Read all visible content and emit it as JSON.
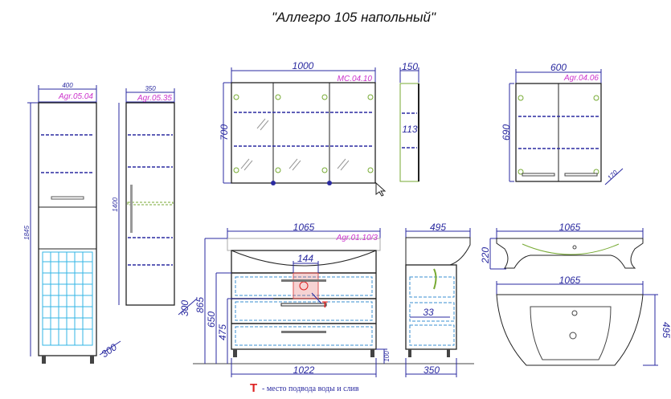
{
  "title": "\"Аллегро 105 напольный\"",
  "tall_cabinet": {
    "width": "400",
    "model": "Agr.05.04",
    "height": "1845",
    "depth": "300"
  },
  "column_cabinet": {
    "width": "350",
    "model": "Agr.05.35",
    "height": "1400",
    "depth": "300"
  },
  "mirror_cabinet": {
    "width": "1000",
    "model": "MC.04.10",
    "height": "700"
  },
  "mirror_side": {
    "depth": "150",
    "inner": "113"
  },
  "wall_cabinet": {
    "width": "600",
    "model": "Agr.04.06",
    "height": "690",
    "depth": "170"
  },
  "vanity": {
    "width": "1065",
    "model": "Agr.01.10/3",
    "cutout": "144",
    "h1": "865",
    "h2": "650",
    "h3": "475",
    "legs": "100",
    "base_width": "1022"
  },
  "vanity_side": {
    "depth": "495",
    "offset": "33",
    "base_depth": "350"
  },
  "basin_side": {
    "width": "1065",
    "height": "220"
  },
  "basin_top": {
    "width": "1065",
    "depth": "495"
  },
  "legend": {
    "symbol": "T",
    "text": "- место подвода воды и слив"
  },
  "colors": {
    "dimension": "#2a2aa0",
    "label": "#cc33cc",
    "marker": "#dd2222"
  }
}
